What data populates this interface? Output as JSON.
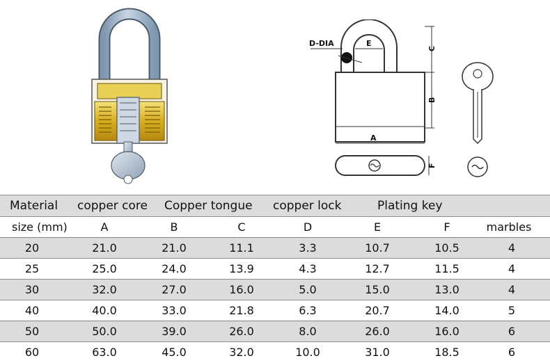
{
  "diagram": {
    "dim_labels": {
      "d_dia": "D-DIA",
      "e": "E",
      "c": "C",
      "b": "B",
      "a": "A",
      "f": "F"
    }
  },
  "table": {
    "header_row1": [
      "Material",
      "copper core",
      "Copper tongue",
      "copper lock",
      "Plating key"
    ],
    "header_row2": [
      "size (mm)",
      "A",
      "B",
      "C",
      "D",
      "E",
      "F",
      "marbles"
    ],
    "rows": [
      [
        "20",
        "21.0",
        "21.0",
        "11.1",
        "3.3",
        "10.7",
        "10.5",
        "4"
      ],
      [
        "25",
        "25.0",
        "24.0",
        "13.9",
        "4.3",
        "12.7",
        "11.5",
        "4"
      ],
      [
        "30",
        "32.0",
        "27.0",
        "16.0",
        "5.0",
        "15.0",
        "13.0",
        "4"
      ],
      [
        "40",
        "40.0",
        "33.0",
        "21.8",
        "6.3",
        "20.7",
        "14.0",
        "5"
      ],
      [
        "50",
        "50.0",
        "39.0",
        "26.0",
        "8.0",
        "26.0",
        "16.0",
        "6"
      ],
      [
        "60",
        "63.0",
        "45.0",
        "32.0",
        "10.0",
        "31.0",
        "18.5",
        "6"
      ]
    ]
  },
  "colors": {
    "brass": "#d9b21c",
    "shackle": "#9fb4c8",
    "row_shade": "#dcdcdc"
  }
}
